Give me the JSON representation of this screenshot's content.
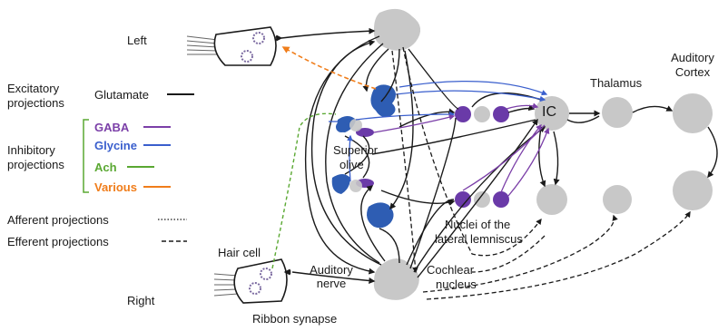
{
  "labels": {
    "left": "Left",
    "right": "Right",
    "hair_cell": "Hair cell",
    "ribbon_synapse": "Ribbon synapse",
    "auditory_nerve_1": "Auditory",
    "auditory_nerve_2": "nerve",
    "cochlear_1": "Cochlear",
    "cochlear_2": "nucleus",
    "superior_1": "Superior",
    "superior_2": "olive",
    "ic": "IC",
    "thalamus": "Thalamus",
    "auditory_cortex_1": "Auditory",
    "auditory_cortex_2": "Cortex",
    "nll_1": "Nuclei of the",
    "nll_2": "lateral lemniscus"
  },
  "legend": {
    "excitatory_1": "Excitatory",
    "excitatory_2": "projections",
    "glutamate": "Glutamate",
    "inhibitory_1": "Inhibitory",
    "inhibitory_2": "projections",
    "gaba": "GABA",
    "glycine": "Glycine",
    "ach": "Ach",
    "various": "Various",
    "afferent": "Afferent projections",
    "efferent": "Efferent projections"
  },
  "colors": {
    "glutamate": "#1a1a1a",
    "gaba": "#7b3fa8",
    "glycine": "#3a5fcd",
    "ach": "#5aa832",
    "various": "#f07d1a",
    "nucleus_gray": "#c8c8c8",
    "soc_blue": "#2e5db3",
    "nll_purple": "#6a3aa8"
  }
}
